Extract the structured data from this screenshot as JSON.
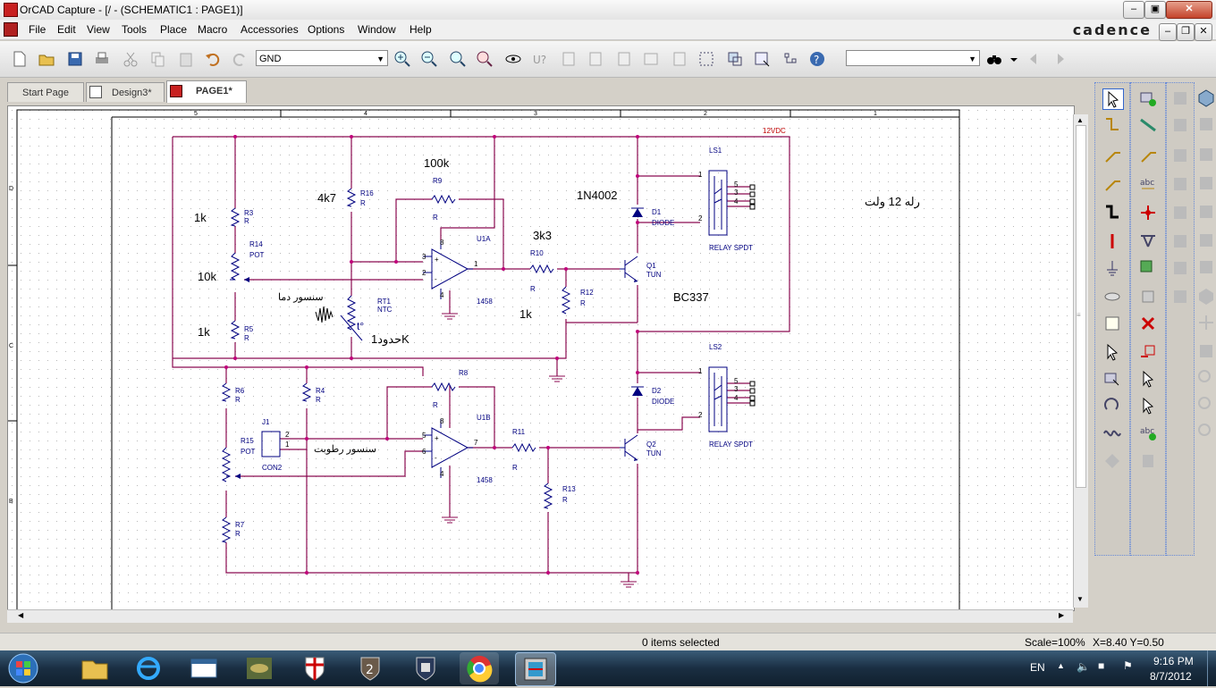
{
  "window": {
    "title": "OrCAD Capture - [/ - (SCHEMATIC1 : PAGE1)]",
    "brand": "cadence"
  },
  "menu": [
    "File",
    "Edit",
    "View",
    "Tools",
    "Place",
    "Macro",
    "Accessories",
    "Options",
    "Window",
    "Help"
  ],
  "toolbar": {
    "net_combo_value": "GND",
    "search_combo_value": ""
  },
  "tabs": [
    {
      "label": "Start Page",
      "active": false
    },
    {
      "label": "Design3*",
      "active": false
    },
    {
      "label": "PAGE1*",
      "active": true
    }
  ],
  "schematic": {
    "border_columns": [
      "5",
      "4",
      "3",
      "2",
      "1"
    ],
    "border_rows": [
      "D",
      "C",
      "B"
    ],
    "power_label": "12VDC",
    "labels": {
      "r3": "R3",
      "r3_val": "R",
      "r3_note": "1k",
      "r14": "R14",
      "r14_val": "POT",
      "r14_note": "10k",
      "r5": "R5",
      "r5_val": "R",
      "r5_note": "1k",
      "r16": "R16",
      "r16_val": "R",
      "r16_note": "4k7",
      "r9": "R9",
      "r9_val": "R",
      "r9_note": "100k",
      "rt1": "RT1",
      "rt1_val": "NTC",
      "rt1_note": "حدود1K",
      "temp_sensor": "سنسور دما",
      "u1a": "U1A",
      "u1a_part": "1458",
      "r10": "R10",
      "r10_val": "R",
      "r10_note": "3k3",
      "r12": "R12",
      "r12_val": "R",
      "r12_note": "1k",
      "q1": "Q1",
      "q1_val": "TUN",
      "q1_note": "BC337",
      "d1": "D1",
      "d1_val": "DIODE",
      "d1_note": "1N4002",
      "ls1": "LS1",
      "ls1_val": "RELAY SPDT",
      "relay_note": "رله 12 ولت",
      "r6": "R6",
      "r6_val": "R",
      "r4": "R4",
      "r4_val": "R",
      "r8": "R8",
      "r8_val": "R",
      "j1": "J1",
      "j1_val": "CON2",
      "r15": "R15",
      "r15_val": "POT",
      "humidity_sensor": "سنسور رطوبت",
      "u1b": "U1B",
      "u1b_part": "1458",
      "r11": "R11",
      "r11_val": "R",
      "r13": "R13",
      "r13_val": "R",
      "r7": "R7",
      "r7_val": "R",
      "q2": "Q2",
      "q2_val": "TUN",
      "d2": "D2",
      "d2_val": "DIODE",
      "ls2": "LS2",
      "ls2_val": "RELAY SPDT"
    }
  },
  "status": {
    "selection": "0 items selected",
    "scale": "Scale=100%",
    "coords": "X=8.40  Y=0.50"
  },
  "taskbar": {
    "language": "EN",
    "time": "9:16 PM",
    "date": "8/7/2012"
  }
}
